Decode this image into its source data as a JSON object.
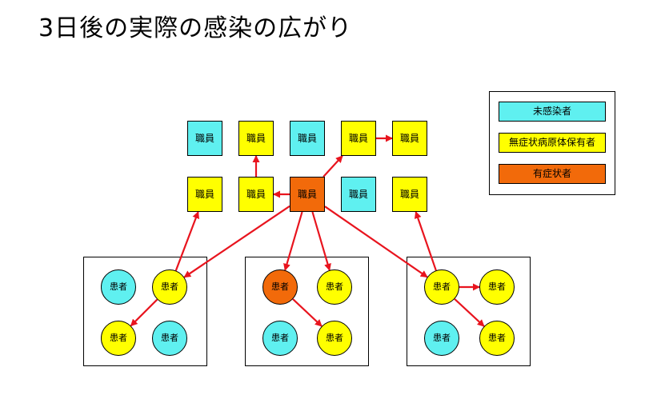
{
  "title": "3日後の実際の感染の広がり",
  "legend": {
    "uninfected": "未感染者",
    "carrier": "無症状病原体保有者",
    "symptomatic": "有症状者"
  },
  "colors": {
    "uninfected": "#5ff0f0",
    "carrier": "#ffff00",
    "symptomatic": "#f26a0a",
    "arrow": "#e8141e"
  },
  "staff": [
    {
      "id": "s1",
      "label": "職員",
      "status": "uninfected"
    },
    {
      "id": "s2",
      "label": "職員",
      "status": "carrier"
    },
    {
      "id": "s3",
      "label": "職員",
      "status": "uninfected"
    },
    {
      "id": "s4",
      "label": "職員",
      "status": "carrier"
    },
    {
      "id": "s5",
      "label": "職員",
      "status": "carrier"
    },
    {
      "id": "s6",
      "label": "職員",
      "status": "carrier"
    },
    {
      "id": "s7",
      "label": "職員",
      "status": "carrier"
    },
    {
      "id": "s8",
      "label": "職員",
      "status": "symptomatic"
    },
    {
      "id": "s9",
      "label": "職員",
      "status": "uninfected"
    },
    {
      "id": "s10",
      "label": "職員",
      "status": "carrier"
    }
  ],
  "patients": [
    {
      "id": "p1",
      "label": "患者",
      "status": "uninfected"
    },
    {
      "id": "p2",
      "label": "患者",
      "status": "carrier"
    },
    {
      "id": "p3",
      "label": "患者",
      "status": "carrier"
    },
    {
      "id": "p4",
      "label": "患者",
      "status": "uninfected"
    },
    {
      "id": "p5",
      "label": "患者",
      "status": "symptomatic"
    },
    {
      "id": "p6",
      "label": "患者",
      "status": "carrier"
    },
    {
      "id": "p7",
      "label": "患者",
      "status": "uninfected"
    },
    {
      "id": "p8",
      "label": "患者",
      "status": "carrier"
    },
    {
      "id": "p9",
      "label": "患者",
      "status": "carrier"
    },
    {
      "id": "p10",
      "label": "患者",
      "status": "carrier"
    },
    {
      "id": "p11",
      "label": "患者",
      "status": "uninfected"
    },
    {
      "id": "p12",
      "label": "患者",
      "status": "carrier"
    }
  ],
  "transmissions": [
    {
      "from": "s8",
      "to": "s7"
    },
    {
      "from": "s7",
      "to": "s2"
    },
    {
      "from": "s8",
      "to": "s4"
    },
    {
      "from": "s4",
      "to": "s5"
    },
    {
      "from": "s8",
      "to": "p2"
    },
    {
      "from": "s8",
      "to": "p5"
    },
    {
      "from": "s8",
      "to": "p6"
    },
    {
      "from": "s8",
      "to": "p9"
    },
    {
      "from": "p2",
      "to": "s6"
    },
    {
      "from": "p2",
      "to": "p3"
    },
    {
      "from": "p5",
      "to": "p8"
    },
    {
      "from": "p9",
      "to": "s10"
    },
    {
      "from": "p9",
      "to": "p10"
    },
    {
      "from": "p9",
      "to": "p12"
    }
  ]
}
